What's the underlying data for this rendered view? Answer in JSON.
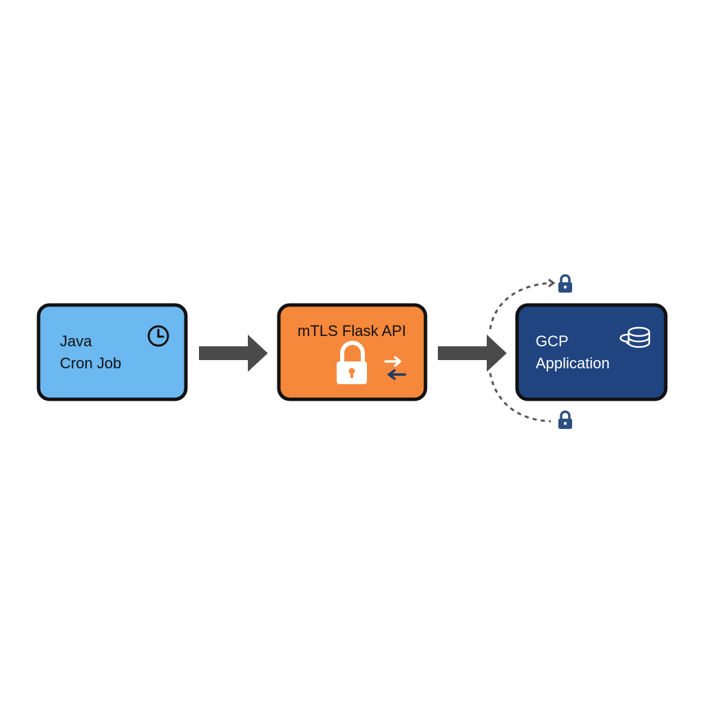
{
  "diagram": {
    "nodes": [
      {
        "id": "java-cron-job",
        "lines": [
          "Java",
          "Cron Job"
        ],
        "fill": "#6cb8f0",
        "text_color": "#111111",
        "icon": "clock-icon"
      },
      {
        "id": "mtls-flask-api",
        "lines": [
          "mTLS Flask API"
        ],
        "fill": "#f5883a",
        "text_color": "#111111",
        "icon": "padlock-icon",
        "secondary_icon": "swap-arrows-icon"
      },
      {
        "id": "gcp-application",
        "lines": [
          "GCP",
          "Application"
        ],
        "fill": "#1f4480",
        "text_color": "#ffffff",
        "icon": "database-icon"
      }
    ],
    "connectors": [
      {
        "from": "java-cron-job",
        "to": "mtls-flask-api",
        "style": "thick-arrow"
      },
      {
        "from": "mtls-flask-api",
        "to": "gcp-application",
        "style": "thick-arrow"
      }
    ],
    "secure_links": [
      {
        "attached_to": "gcp-application",
        "position": "top",
        "style": "dashed",
        "icon": "lock-icon"
      },
      {
        "attached_to": "gcp-application",
        "position": "bottom",
        "style": "dashed",
        "icon": "lock-icon"
      }
    ],
    "colors": {
      "arrow": "#4a4a4a",
      "outline": "#111111",
      "dashed_link": "#555555",
      "lock": "#2b4f80",
      "swap_arrow_top": "#ffffff",
      "swap_arrow_bottom": "#1f3a66"
    }
  }
}
